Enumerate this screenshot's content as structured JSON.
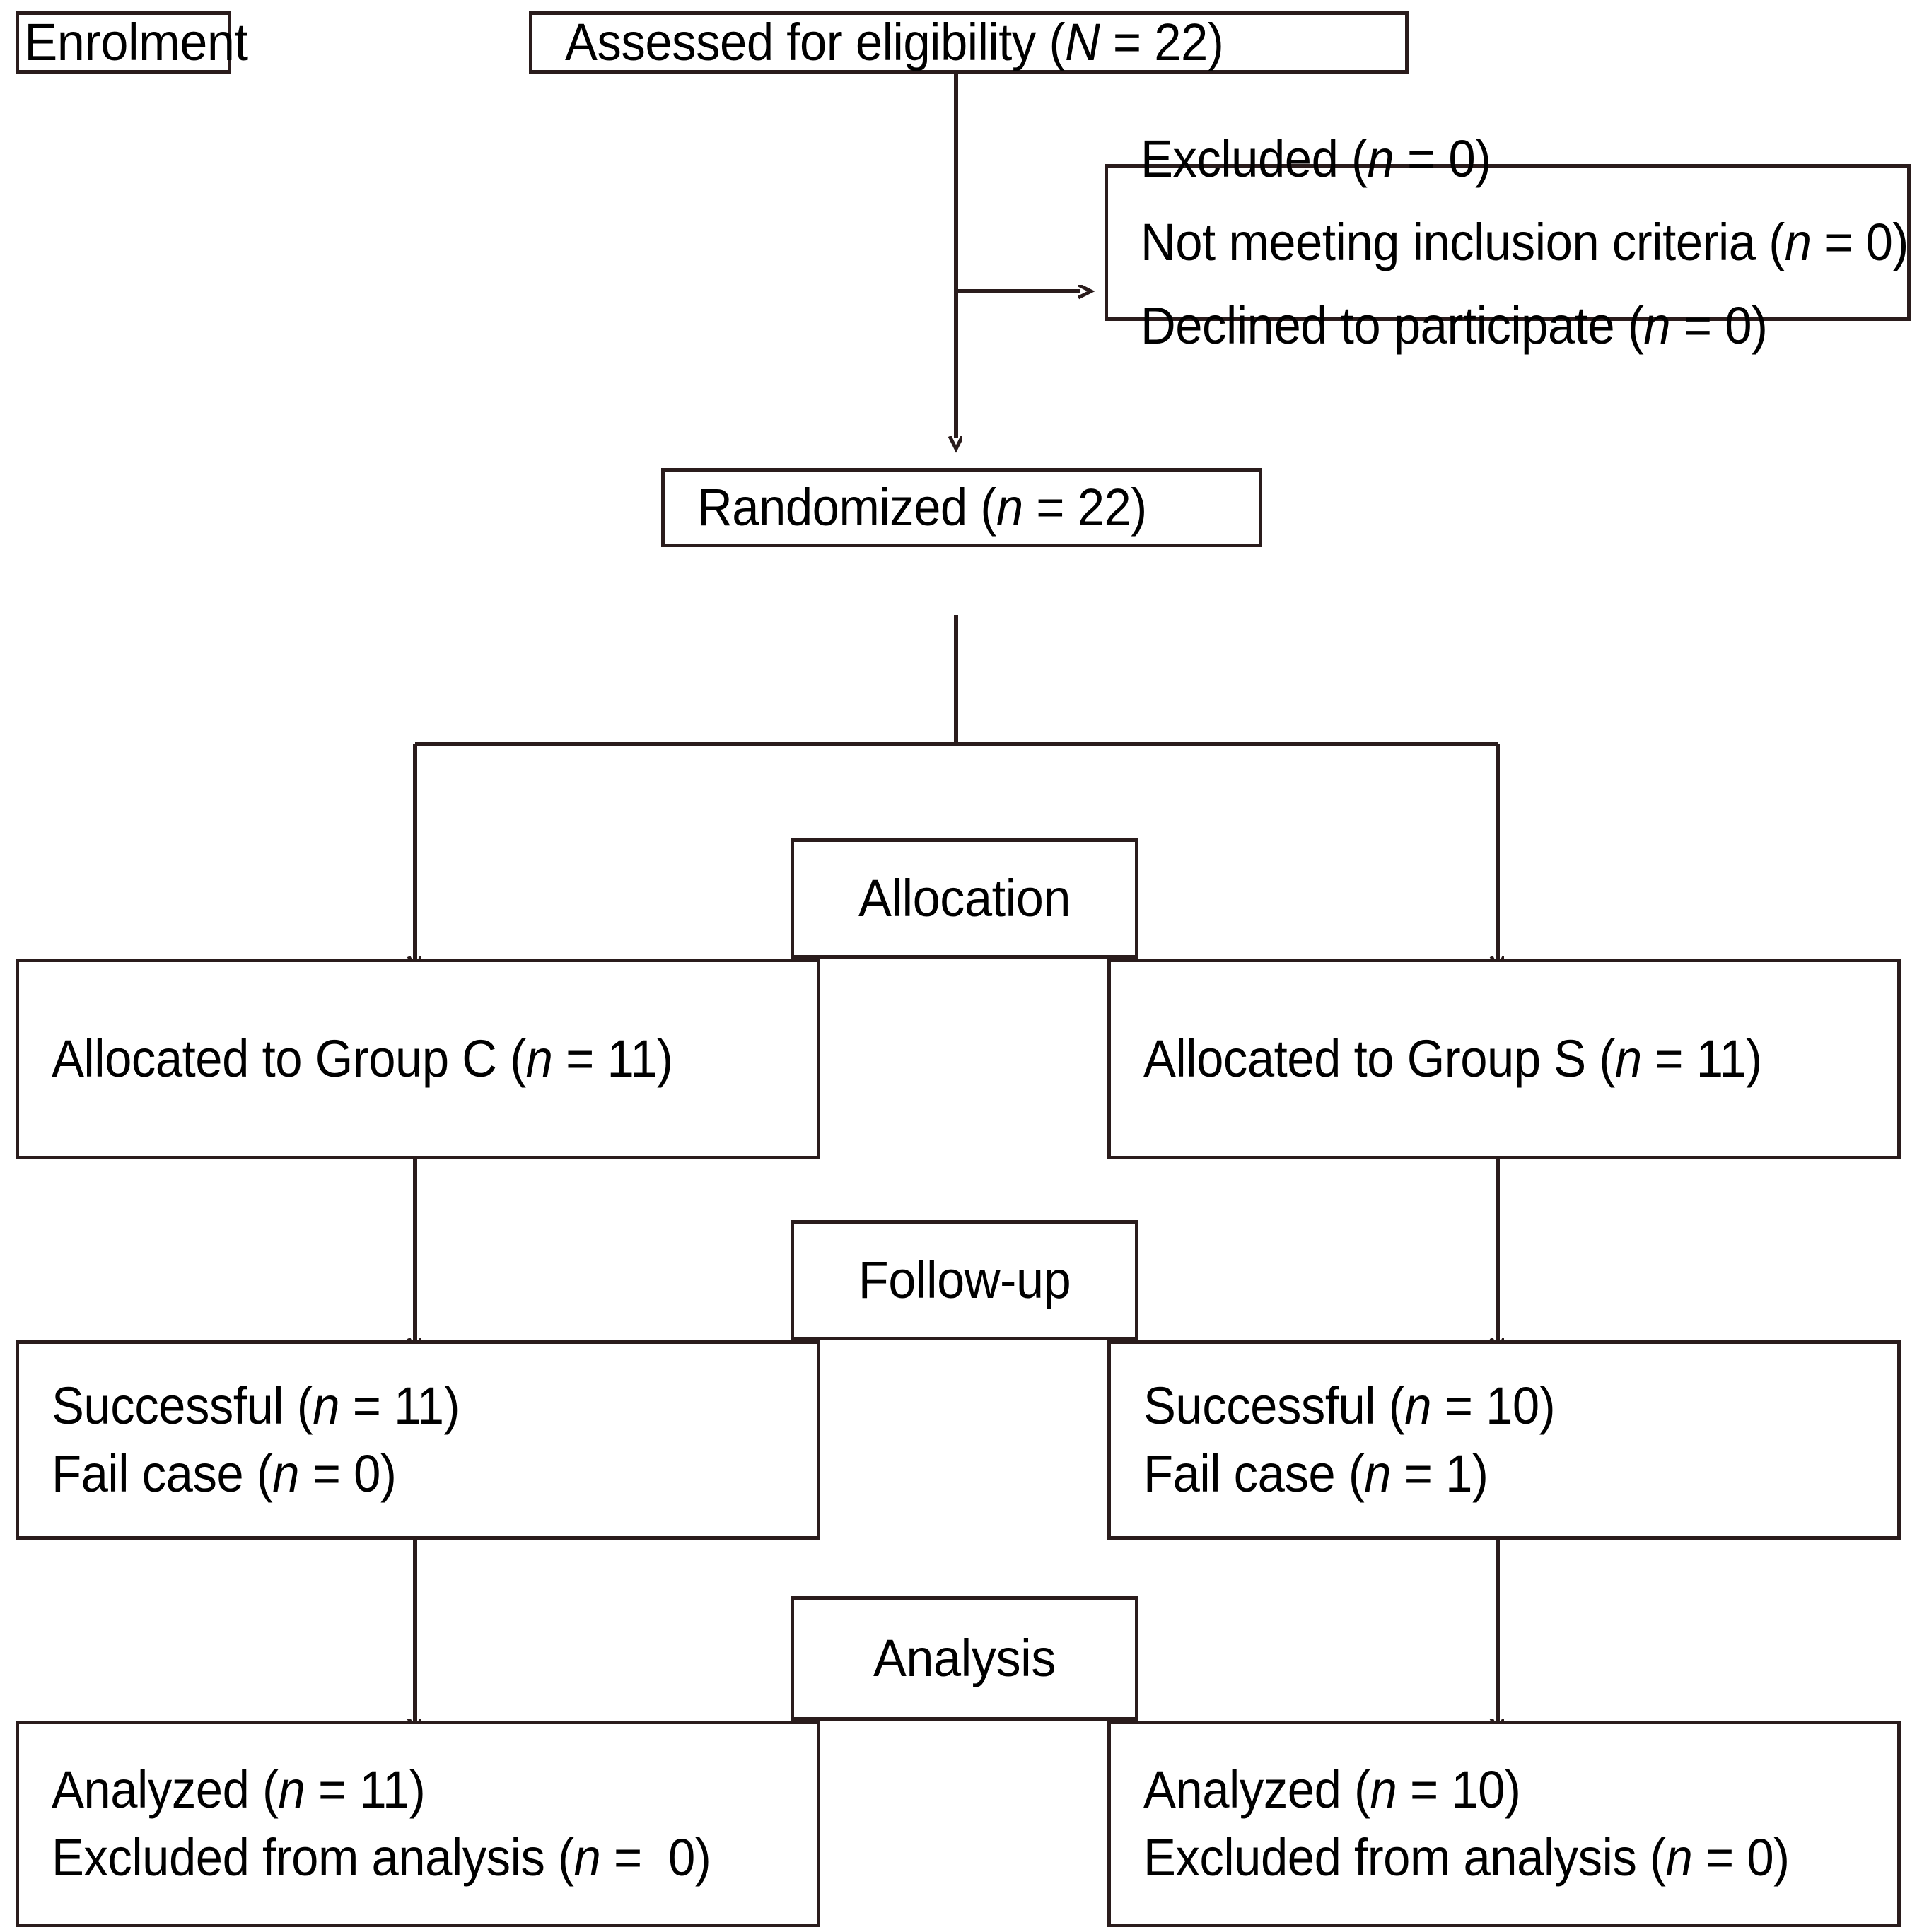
{
  "diagram": {
    "type": "consort-flow-diagram",
    "title": "CONSORT participant flow diagram",
    "colors": {
      "border": "#2a1c1c",
      "background": "#ffffff",
      "text": "#000000",
      "connector": "#2a1c1c"
    }
  },
  "stage_labels": {
    "enrolment": "Enrolment",
    "allocation": "Allocation",
    "followup": "Follow-up",
    "analysis": "Analysis"
  },
  "nodes": {
    "assessed": {
      "label": "Assessed for eligibility (N = 22)",
      "prefix": "Assessed for eligibility (",
      "italic": "N",
      "suffix": " = 22)"
    },
    "excluded": {
      "lines": [
        {
          "prefix": "Excluded (",
          "italic": "n",
          "suffix": " = 0)"
        },
        {
          "prefix": "Not meeting inclusion criteria (",
          "italic": "n",
          "suffix": " = 0)"
        },
        {
          "prefix": "Declined to participate (",
          "italic": "n",
          "suffix": " = 0)"
        }
      ]
    },
    "randomized": {
      "prefix": "Randomized (",
      "italic": "n",
      "suffix": " = 22)"
    },
    "allocated_left": {
      "prefix": "Allocated to Group C (",
      "italic": "n",
      "suffix": " = 11)"
    },
    "allocated_right": {
      "prefix": "Allocated to Group S (",
      "italic": "n",
      "suffix": " = 11)"
    },
    "followup_left": {
      "lines": [
        {
          "prefix": "Successful (",
          "italic": "n",
          "suffix": " = 11)"
        },
        {
          "prefix": "Fail case (",
          "italic": "n",
          "suffix": " = 0)"
        }
      ]
    },
    "followup_right": {
      "lines": [
        {
          "prefix": "Successful (",
          "italic": "n",
          "suffix": " = 10)"
        },
        {
          "prefix": "Fail case (",
          "italic": "n",
          "suffix": " = 1)"
        }
      ]
    },
    "analysis_left": {
      "lines": [
        {
          "prefix": "Analyzed (",
          "italic": "n",
          "suffix": " = 11)"
        },
        {
          "prefix": "Excluded from analysis (",
          "italic": "n",
          "suffix": " =  0)"
        }
      ]
    },
    "analysis_right": {
      "lines": [
        {
          "prefix": "Analyzed (",
          "italic": "n",
          "suffix": " = 10)"
        },
        {
          "prefix": "Excluded from analysis (",
          "italic": "n",
          "suffix": " = 0)"
        }
      ]
    }
  },
  "counts": {
    "assessed_for_eligibility": 22,
    "excluded_total": 0,
    "not_meeting_inclusion_criteria": 0,
    "declined_to_participate": 0,
    "randomized": 22,
    "allocated_group_c": 11,
    "allocated_group_s": 11,
    "followup_successful_group_c": 11,
    "followup_fail_group_c": 0,
    "followup_successful_group_s": 10,
    "followup_fail_group_s": 1,
    "analyzed_group_c": 11,
    "excluded_from_analysis_group_c": 0,
    "analyzed_group_s": 10,
    "excluded_from_analysis_group_s": 0
  }
}
